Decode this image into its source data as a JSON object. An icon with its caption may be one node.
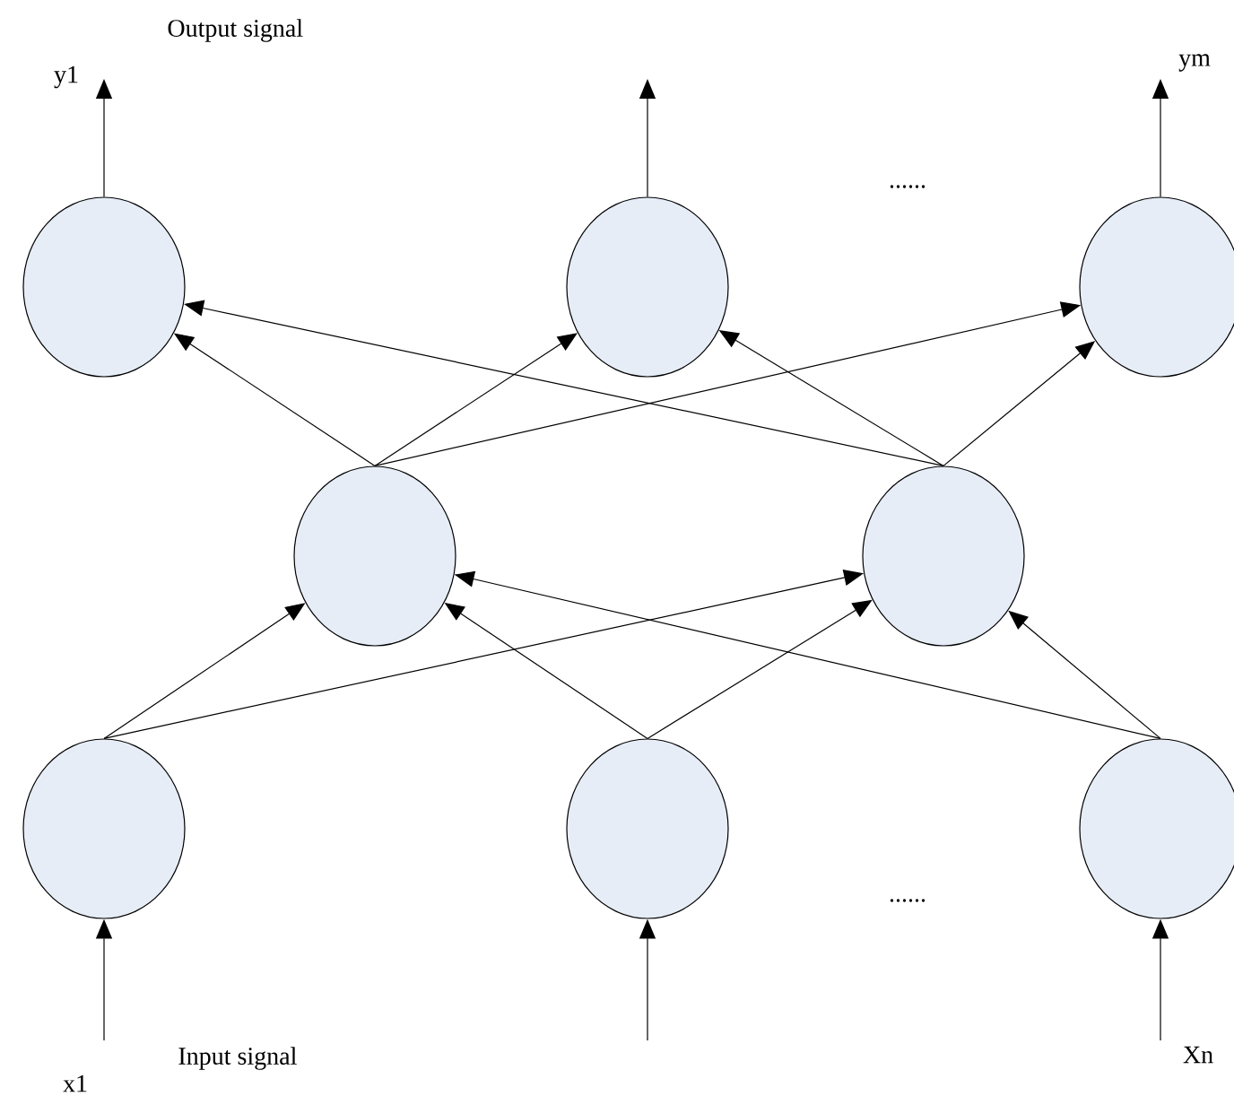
{
  "diagram": {
    "nodes": [
      {
        "text": [],
        "shape": "circle"
      },
      {
        "text": [],
        "shape": "circle"
      },
      {
        "text": [],
        "shape": "circle"
      },
      {
        "text": [],
        "shape": "circle"
      },
      {
        "text": [],
        "shape": "circle"
      },
      {
        "text": [],
        "shape": "circle"
      },
      {
        "text": [],
        "shape": "circle"
      },
      {
        "text": [],
        "shape": "circle"
      },
      {
        "text": [
          "y1"
        ]
      },
      {
        "text": [
          "ym"
        ]
      },
      {
        "text": [
          "x1"
        ]
      },
      {
        "text": [
          "Xn"
        ]
      }
    ],
    "edges": [
      {
        "from": 3,
        "to": 0,
        "arrow": "to"
      },
      {
        "from": 3,
        "to": 1,
        "arrow": "to"
      },
      {
        "from": 3,
        "to": 2,
        "arrow": "to"
      },
      {
        "from": 4,
        "to": 0,
        "arrow": "to"
      },
      {
        "from": 4,
        "to": 1,
        "arrow": "to"
      },
      {
        "from": 4,
        "to": 2,
        "arrow": "to"
      },
      {
        "from": 5,
        "to": 3,
        "arrow": "to"
      },
      {
        "from": 5,
        "to": 4,
        "arrow": "to"
      },
      {
        "from": 6,
        "to": 3,
        "arrow": "to"
      },
      {
        "from": 6,
        "to": 4,
        "arrow": "to"
      },
      {
        "from": 7,
        "to": 3,
        "arrow": "to"
      },
      {
        "from": 7,
        "to": 4,
        "arrow": "to"
      },
      {
        "from": 10,
        "to": 5,
        "arrow": "to"
      },
      {
        "from": null,
        "to": 6,
        "arrow": "to"
      },
      {
        "from": 11,
        "to": 7,
        "arrow": "to"
      },
      {
        "from": 0,
        "to": 8,
        "arrow": "to"
      },
      {
        "from": 1,
        "to": null,
        "arrow": "to"
      },
      {
        "from": 2,
        "to": 9,
        "arrow": "to"
      }
    ],
    "labels": [
      "Output signal",
      "......",
      "......",
      "Input signal"
    ]
  }
}
